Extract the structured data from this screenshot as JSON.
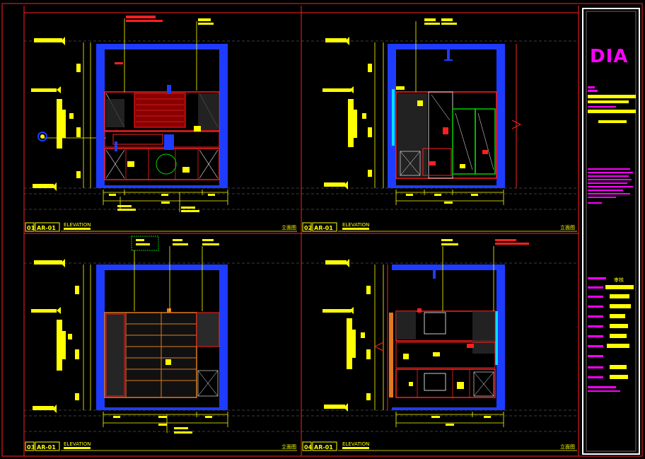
{
  "colors": {
    "background": "#000000",
    "frame": "#ff2020",
    "wall": "#1e3cff",
    "cabinet": "#ff2020",
    "dimension": "#ffff00",
    "hatch": "#b8b8b8",
    "green": "#00d000",
    "brand": "#ff00ff",
    "wood": "#e07a20",
    "cyan": "#00e0ff"
  },
  "panels": [
    {
      "number": "01",
      "code": "AR-01",
      "title": "ELEVATION",
      "tag": "立面图"
    },
    {
      "number": "02",
      "code": "AR-01",
      "title": "ELEVATION",
      "tag": "立面图"
    },
    {
      "number": "03",
      "code": "AR-01",
      "title": "ELEVATION",
      "tag": "立面图"
    },
    {
      "number": "04",
      "code": "AR-01",
      "title": "ELEVATION",
      "tag": "立面图"
    }
  ],
  "title_block": {
    "logo_text": "DIA",
    "approval_label": "审核"
  }
}
